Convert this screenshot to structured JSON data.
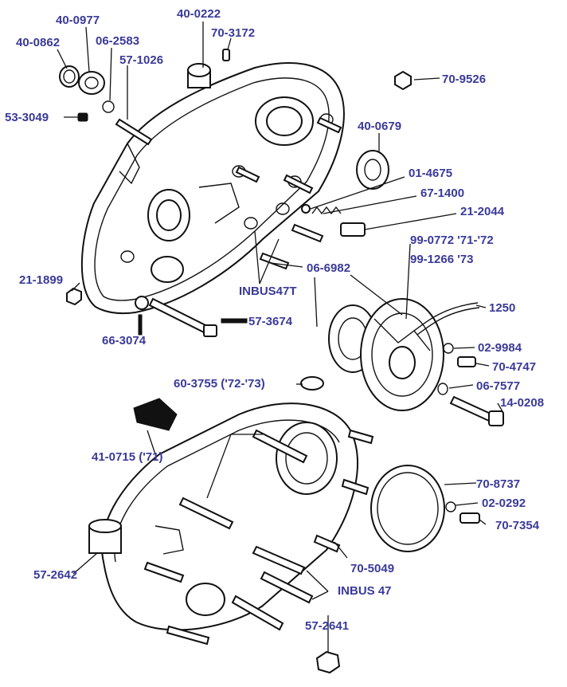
{
  "colors": {
    "label": "#3a3a9a",
    "ink": "#111111",
    "background": "#ffffff"
  },
  "labels": {
    "p40_0977": "40-0977",
    "p40_0222": "40-0222",
    "p70_3172": "70-3172",
    "p40_0862": "40-0862",
    "p06_2583": "06-2583",
    "p57_1026": "57-1026",
    "p70_9526": "70-9526",
    "p53_3049": "53-3049",
    "p40_0679": "40-0679",
    "p01_4675": "01-4675",
    "p67_1400": "67-1400",
    "p21_2044": "21-2044",
    "p99_0772": "99-0772 '71-'72",
    "p99_1266": "99-1266 '73",
    "p06_6982": "06-6982",
    "p21_1899": "21-1899",
    "inbus47t": "INBUS47T",
    "p1250": "1250",
    "p57_3674": "57-3674",
    "p66_3074": "66-3074",
    "p02_9984": "02-9984",
    "p70_4747": "70-4747",
    "p06_7577": "06-7577",
    "p60_3755": "60-3755 ('72-'73)",
    "p14_0208": "14-0208",
    "p41_0715": "41-0715 ('71)",
    "p70_8737": "70-8737",
    "p02_0292": "02-0292",
    "p70_7354": "70-7354",
    "p57_2642": "57-2642",
    "p70_5049": "70-5049",
    "inbus47": "INBUS 47",
    "p57_2641": "57-2641"
  }
}
